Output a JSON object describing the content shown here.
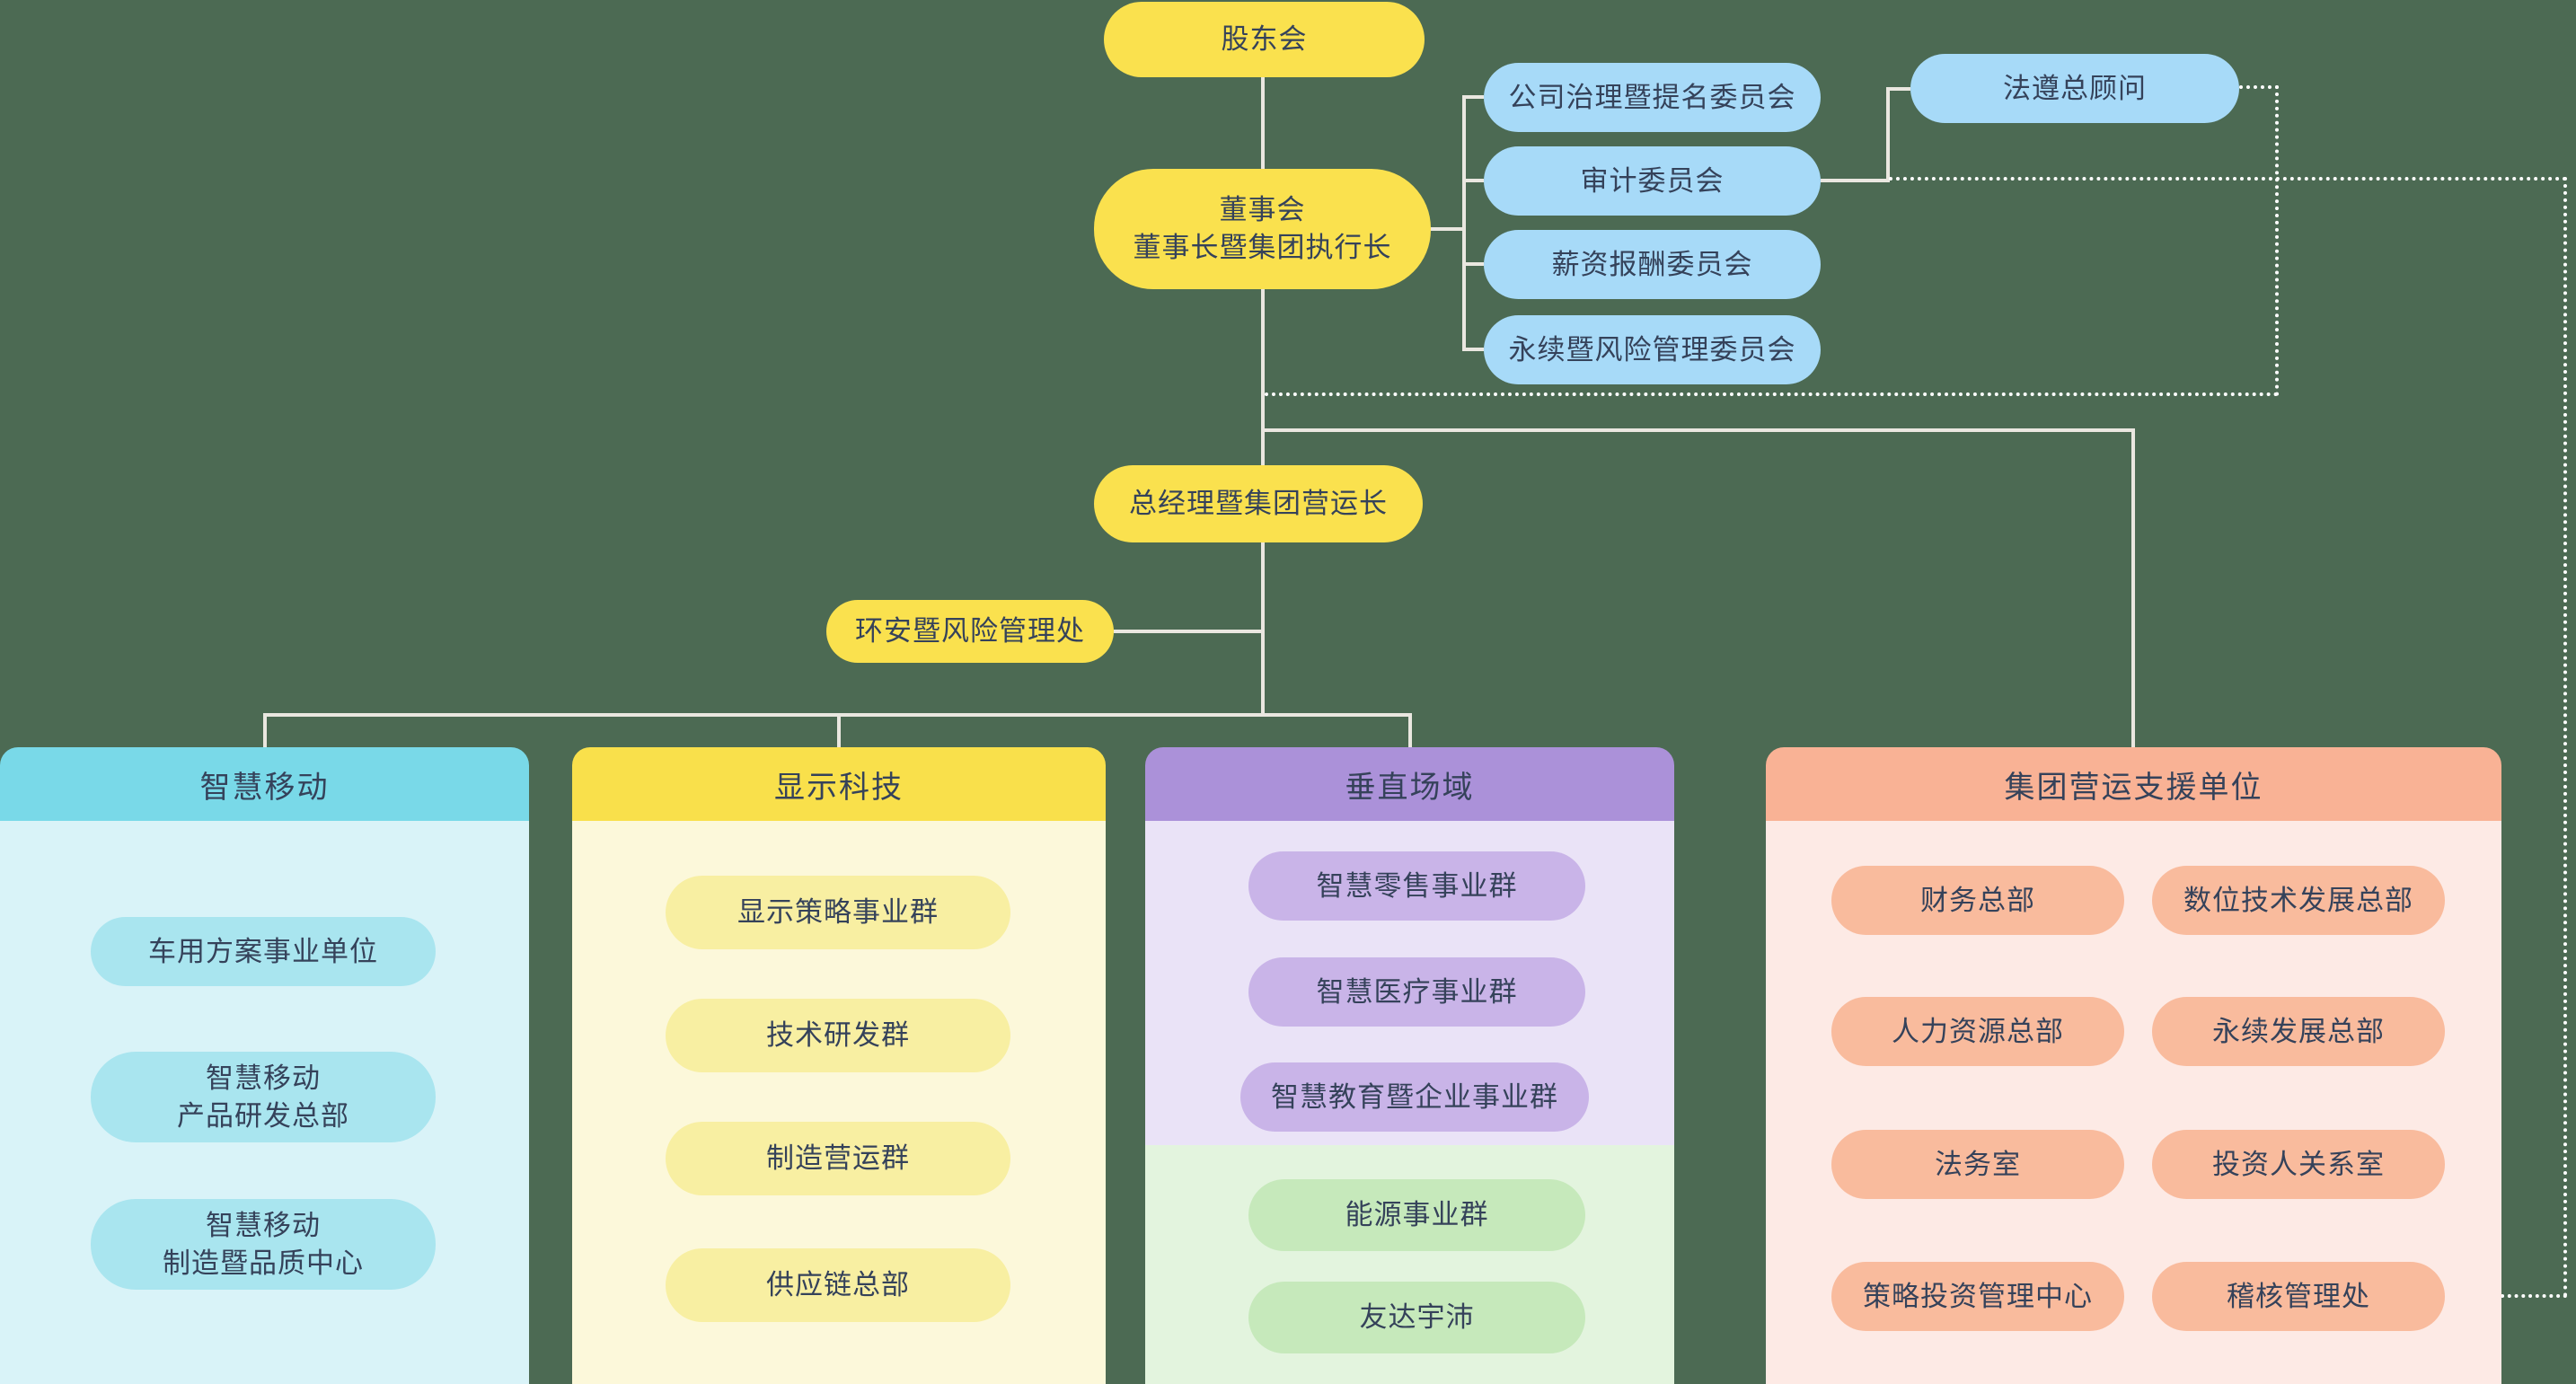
{
  "page": {
    "background_color": "#4c6a53",
    "line_solid_color": "#eae7e0",
    "line_dotted_color": "#ffffff",
    "text_color": "#35425a"
  },
  "chart": {
    "shareholders": "股东会",
    "board": "董事会\n董事长暨集团执行长",
    "committees": [
      "公司治理暨提名委员会",
      "审计委员会",
      "薪资报酬委员会",
      "永续暨风险管理委员会"
    ],
    "chief_compliance": "法遵总顾问",
    "president": "总经理暨集团营运长",
    "esh_risk": "环安暨风险管理处",
    "node_colors": {
      "executive_yellow": "#fae14e",
      "committee_blue": "#a7daf8"
    },
    "divisions": [
      {
        "name": "智慧移动",
        "header_color": "#79d9e8",
        "body_color": "#d9f3f8",
        "pill_color": "#a9e5ef",
        "units": [
          "车用方案事业单位",
          "智慧移动\n产品研发总部",
          "智慧移动\n制造暨品质中心"
        ]
      },
      {
        "name": "显示科技",
        "header_color": "#f9e04b",
        "body_color": "#fcf8da",
        "pill_color": "#f8efa2",
        "units": [
          "显示策略事业群",
          "技术研发群",
          "制造营运群",
          "供应链总部"
        ]
      },
      {
        "name": "垂直场域",
        "header_color": "#ab91d9",
        "body_color": "#eae3f7",
        "pill_color": "#c9b4e8",
        "green_body_color": "#e3f4de",
        "green_pill_color": "#c6e9bb",
        "units": [
          "智慧零售事业群",
          "智慧医疗事业群",
          "智慧教育暨企业事业群"
        ],
        "green_units": [
          "能源事业群",
          "友达宇沛"
        ]
      },
      {
        "name": "集团营运支援单位",
        "header_color": "#f9b295",
        "body_color": "#fdeae5",
        "pill_color": "#f9bb9d",
        "units": [
          "财务总部",
          "数位技术发展总部",
          "人力资源总部",
          "永续发展总部",
          "法务室",
          "投资人关系室",
          "策略投资管理中心",
          "稽核管理处"
        ]
      }
    ]
  }
}
